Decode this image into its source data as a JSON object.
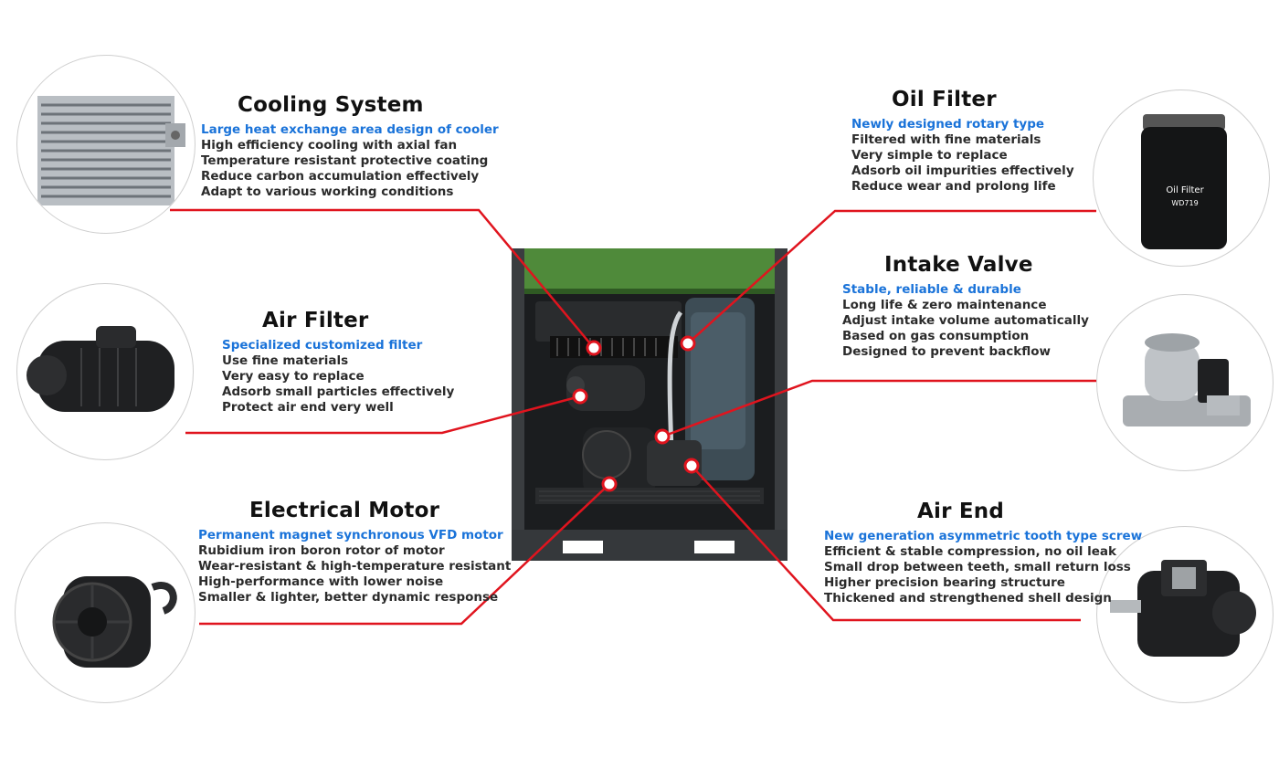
{
  "colors": {
    "accent_blue": "#1a73d9",
    "leader_red": "#e0141e",
    "cabinet_green": "#4f8a3a",
    "cabinet_dark": "#3a3d40"
  },
  "components": {
    "cooling": {
      "title": "Cooling System",
      "highlight": "Large heat exchange area design of cooler",
      "features": [
        "High efficiency cooling with axial fan",
        "Temperature resistant protective coating",
        "Reduce carbon accumulation effectively",
        "Adapt to various working conditions"
      ]
    },
    "air_filter": {
      "title": "Air Filter",
      "highlight": "Specialized customized filter",
      "features": [
        "Use fine materials",
        "Very easy to replace",
        "Adsorb small particles effectively",
        "Protect air end very well"
      ]
    },
    "motor": {
      "title": "Electrical Motor",
      "highlight": "Permanent magnet synchronous VFD motor",
      "features": [
        "Rubidium iron boron rotor of motor",
        "Wear-resistant & high-temperature resistant",
        "High-performance with lower noise",
        "Smaller & lighter, better dynamic response"
      ]
    },
    "oil_filter": {
      "title": "Oil Filter",
      "highlight": "Newly designed rotary type",
      "features": [
        "Filtered with fine materials",
        "Very simple to replace",
        "Adsorb oil impurities effectively",
        "Reduce wear and prolong life"
      ],
      "product_label": "Oil Filter",
      "product_code": "WD719"
    },
    "intake_valve": {
      "title": "Intake Valve",
      "highlight": "Stable, reliable & durable",
      "features": [
        "Long life & zero maintenance",
        "Adjust intake volume automatically",
        "Based on gas consumption",
        "Designed to prevent backflow"
      ]
    },
    "air_end": {
      "title": "Air End",
      "highlight": "New generation asymmetric tooth type screw",
      "features": [
        "Efficient & stable compression, no oil leak",
        "Small drop between teeth, small return loss",
        "Higher precision bearing structure",
        "Thickened and strengthened shell design"
      ]
    }
  }
}
